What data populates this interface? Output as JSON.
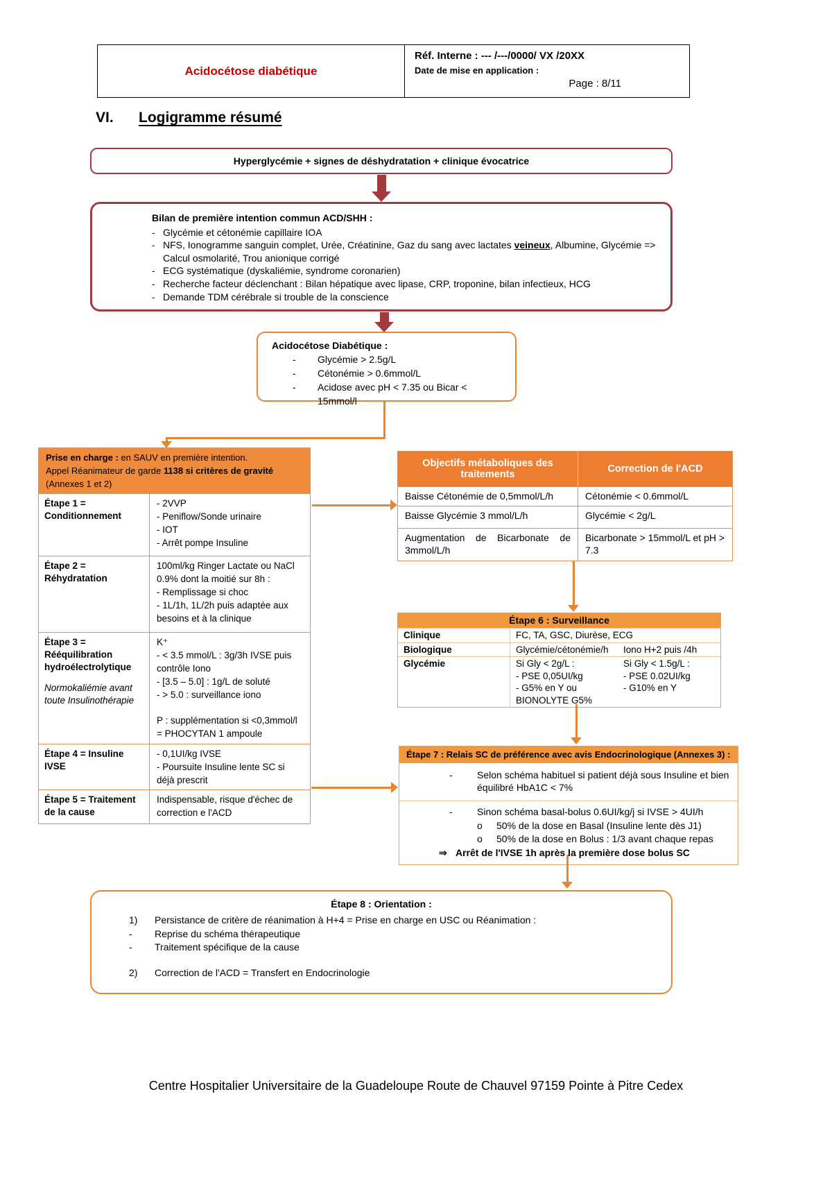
{
  "colors": {
    "dark_red": "#A23B40",
    "title_red": "#C00000",
    "orange": "#E8862F",
    "orange_header": "#ED7D31",
    "orange_header_light": "#EE8B3D",
    "table_border": "#DD8F55"
  },
  "header": {
    "doc_title": "Acidocétose diabétique",
    "ref_label": "Réf. Interne : --- /---/0000/ VX /20XX",
    "date_label": "Date de mise en application :",
    "page_label": "Page : 8/11"
  },
  "section": {
    "number": "VI.",
    "title": "Logigramme résumé"
  },
  "flow": {
    "entry_box": "Hyperglycémie + signes de déshydratation + clinique évocatrice",
    "bilan": {
      "title": "Bilan de première intention commun ACD/SHH :",
      "dash": "-",
      "item1": "Glycémie et cétonémie capillaire IOA",
      "item2_pre": "NFS, Ionogramme sanguin complet, Urée, Créatinine, Gaz du sang avec lactates ",
      "item2_emph": "veineux",
      "item2_post": ", Albumine, Glycémie => Calcul osmolarité, Trou anionique corrigé",
      "item3": "ECG systématique (dyskaliémie, syndrome coronarien)",
      "item4": "Recherche facteur déclenchant : Bilan hépatique avec lipase, CRP, troponine, bilan infectieux, HCG",
      "item5": "Demande TDM cérébrale si trouble de la conscience"
    },
    "acd_box": {
      "title": "Acidocétose Diabétique :",
      "dash": "-",
      "items": [
        "Glycémie > 2.5g/L",
        "Cétonémie > 0.6mmol/L",
        "Acidose avec pH < 7.35 ou Bicar < 15mmol/l"
      ]
    }
  },
  "care_table": {
    "header": {
      "bold1": "Prise en charge :",
      "text1": " en SAUV en première intention.",
      "text2": "Appel Réanimateur de garde ",
      "bold2": "1138 si critères de gravité",
      "text3": "(Annexes 1 et 2)"
    },
    "rows": [
      {
        "label": "Étape 1 = Conditionnement",
        "content": "- 2VVP\n- Peniflow/Sonde urinaire\n- IOT\n- Arrêt pompe Insuline"
      },
      {
        "label": "Étape 2 = Réhydratation",
        "content": "100ml/kg Ringer Lactate ou NaCl 0.9% dont la moitié sur 8h :\n- Remplissage si choc\n- 1L/1h, 1L/2h puis adaptée aux besoins et à la clinique"
      },
      {
        "label": "Étape 3 = Rééquilibration hydroélectrolytique",
        "note": "Normokaliémie avant toute Insulinothérapie",
        "content": "K⁺\n- < 3.5 mmol/L : 3g/3h IVSE puis contrôle Iono\n- [3.5 – 5.0] : 1g/L de soluté\n- > 5.0 : surveillance iono\n\nP : supplémentation si <0,3mmol/l = PHOCYTAN 1 ampoule"
      },
      {
        "label": "Étape 4 = Insuline IVSE",
        "content": "- 0,1UI/kg IVSE\n- Poursuite Insuline lente SC si déjà prescrit"
      },
      {
        "label": "Étape 5 = Traitement de la cause",
        "content": "Indispensable, risque d'échec de correction e l'ACD"
      }
    ]
  },
  "objectives_table": {
    "headers": [
      "Objectifs métaboliques des traitements",
      "Correction de l'ACD"
    ],
    "rows": [
      [
        "Baisse Cétonémie de 0,5mmol/L/h",
        "Cétonémie < 0.6mmol/L"
      ],
      [
        "Baisse Glycémie 3 mmol/L/h",
        "Glycémie < 2g/L"
      ],
      [
        "Augmentation de Bicarbonate de 3mmol/L/h",
        "Bicarbonate > 15mmol/L et pH > 7.3"
      ]
    ]
  },
  "etape6": {
    "title": "Étape 6 : Surveillance",
    "clinique_label": "Clinique",
    "clinique_value": "FC, TA, GSC, Diurèse, ECG",
    "bio_label": "Biologique",
    "bio_value1": "Glycémie/cétonémie/h",
    "bio_value2": "Iono H+2 puis /4h",
    "gly_label": "Glycémie",
    "gly_value1": "Si Gly < 2g/L :\n- PSE 0,05UI/kg\n- G5% en Y ou\nBIONOLYTE G5%",
    "gly_value2": "Si Gly < 1.5g/L :\n- PSE 0.02UI/kg\n- G10% en Y"
  },
  "etape7": {
    "title": "Étape 7 : Relais SC de préférence avec avis Endocrinologique (Annexes 3) :",
    "dash": "-",
    "item1": "Selon schéma habituel si patient déjà sous Insuline et bien équilibré HbA1C < 7%",
    "item2": "Sinon schéma basal-bolus 0.6UI/kg/j si IVSE > 4UI/h",
    "bullet": "o",
    "sub1": "50% de la dose en Basal (Insuline lente dès J1)",
    "sub2": "50% de la dose en Bolus : 1/3 avant chaque repas",
    "final_arrow": "⇒",
    "final": "Arrêt de l'IVSE 1h après la première dose bolus SC"
  },
  "etape8": {
    "title": "Étape 8 : Orientation :",
    "item1_marker": "1)",
    "item1": "Persistance de critère de réanimation à H+4 = Prise en charge en USC ou Réanimation :",
    "dash": "-",
    "item1a": "Reprise du schéma thérapeutique",
    "item1b": "Traitement spécifique de la cause",
    "item2_marker": "2)",
    "item2": "Correction de l'ACD = Transfert en Endocrinologie"
  },
  "footer": "Centre Hospitalier Universitaire de la Guadeloupe Route de Chauvel 97159 Pointe à Pitre Cedex"
}
